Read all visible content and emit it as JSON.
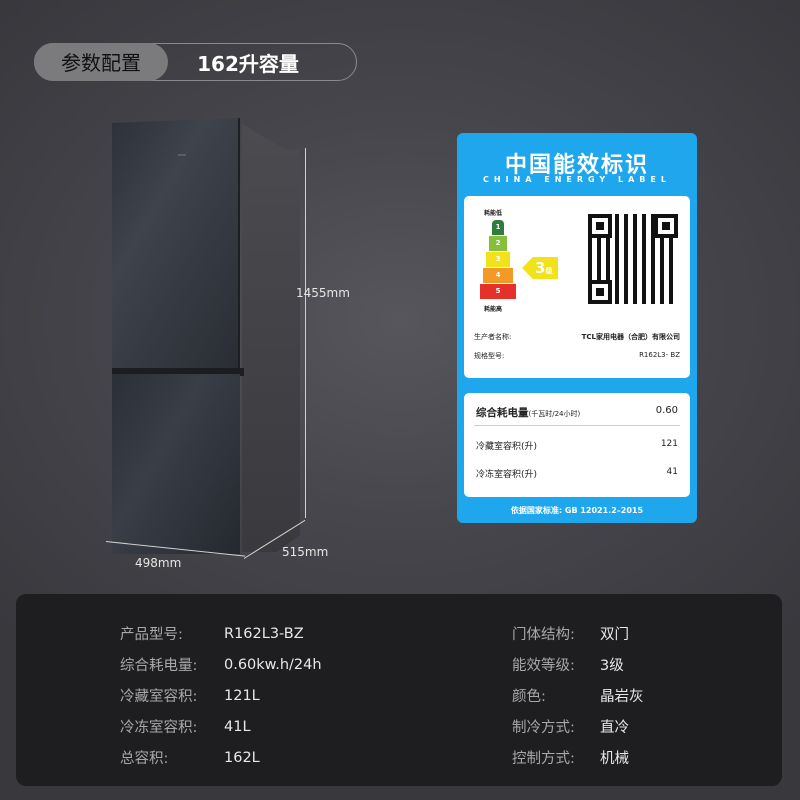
{
  "header": {
    "tab_label": "参数配置",
    "title": "162升容量"
  },
  "dimensions": {
    "height": "1455mm",
    "width": "498mm",
    "depth": "515mm"
  },
  "energy_label": {
    "title_cn": "中国能效标识",
    "title_en": "CHINA ENERGY LABEL",
    "scale_low": "耗能低",
    "scale_high": "耗能高",
    "grades": [
      {
        "num": "1",
        "color": "#2e7d3a"
      },
      {
        "num": "2",
        "color": "#86c03a"
      },
      {
        "num": "3",
        "color": "#f2e21c"
      },
      {
        "num": "4",
        "color": "#f39a26"
      },
      {
        "num": "5",
        "color": "#e6312b"
      }
    ],
    "grade_indicator": {
      "value": "3",
      "suffix": "级"
    },
    "qr_icon": "qr-code-icon",
    "manufacturer_label": "生产者名称:",
    "manufacturer_value": "TCL家用电器（合肥）有限公司",
    "model_label": "规格型号:",
    "model_value": "R162L3- BZ",
    "consumption_label": "综合耗电量",
    "consumption_unit": "(千瓦时/24小时)",
    "consumption_value": "0.60",
    "fridge_vol_label": "冷藏室容积(升)",
    "fridge_vol_value": "121",
    "freezer_vol_label": "冷冻室容积(升)",
    "freezer_vol_value": "41",
    "standard": "依据国家标准: GB 12021.2–2015",
    "accent_color": "#1ea7ec"
  },
  "specs": {
    "left": [
      {
        "key": "产品型号:",
        "value": "R162L3-BZ"
      },
      {
        "key": "综合耗电量:",
        "value": "0.60kw.h/24h"
      },
      {
        "key": "冷藏室容积:",
        "value": "121L"
      },
      {
        "key": "冷冻室容积:",
        "value": "41L"
      },
      {
        "key": "总容积:",
        "value": "162L"
      }
    ],
    "right": [
      {
        "key": "门体结构:",
        "value": "双门"
      },
      {
        "key": "能效等级:",
        "value": "3级"
      },
      {
        "key": "颜色:",
        "value": "晶岩灰"
      },
      {
        "key": "制冷方式:",
        "value": "直冷"
      },
      {
        "key": "控制方式:",
        "value": "机械"
      }
    ]
  }
}
